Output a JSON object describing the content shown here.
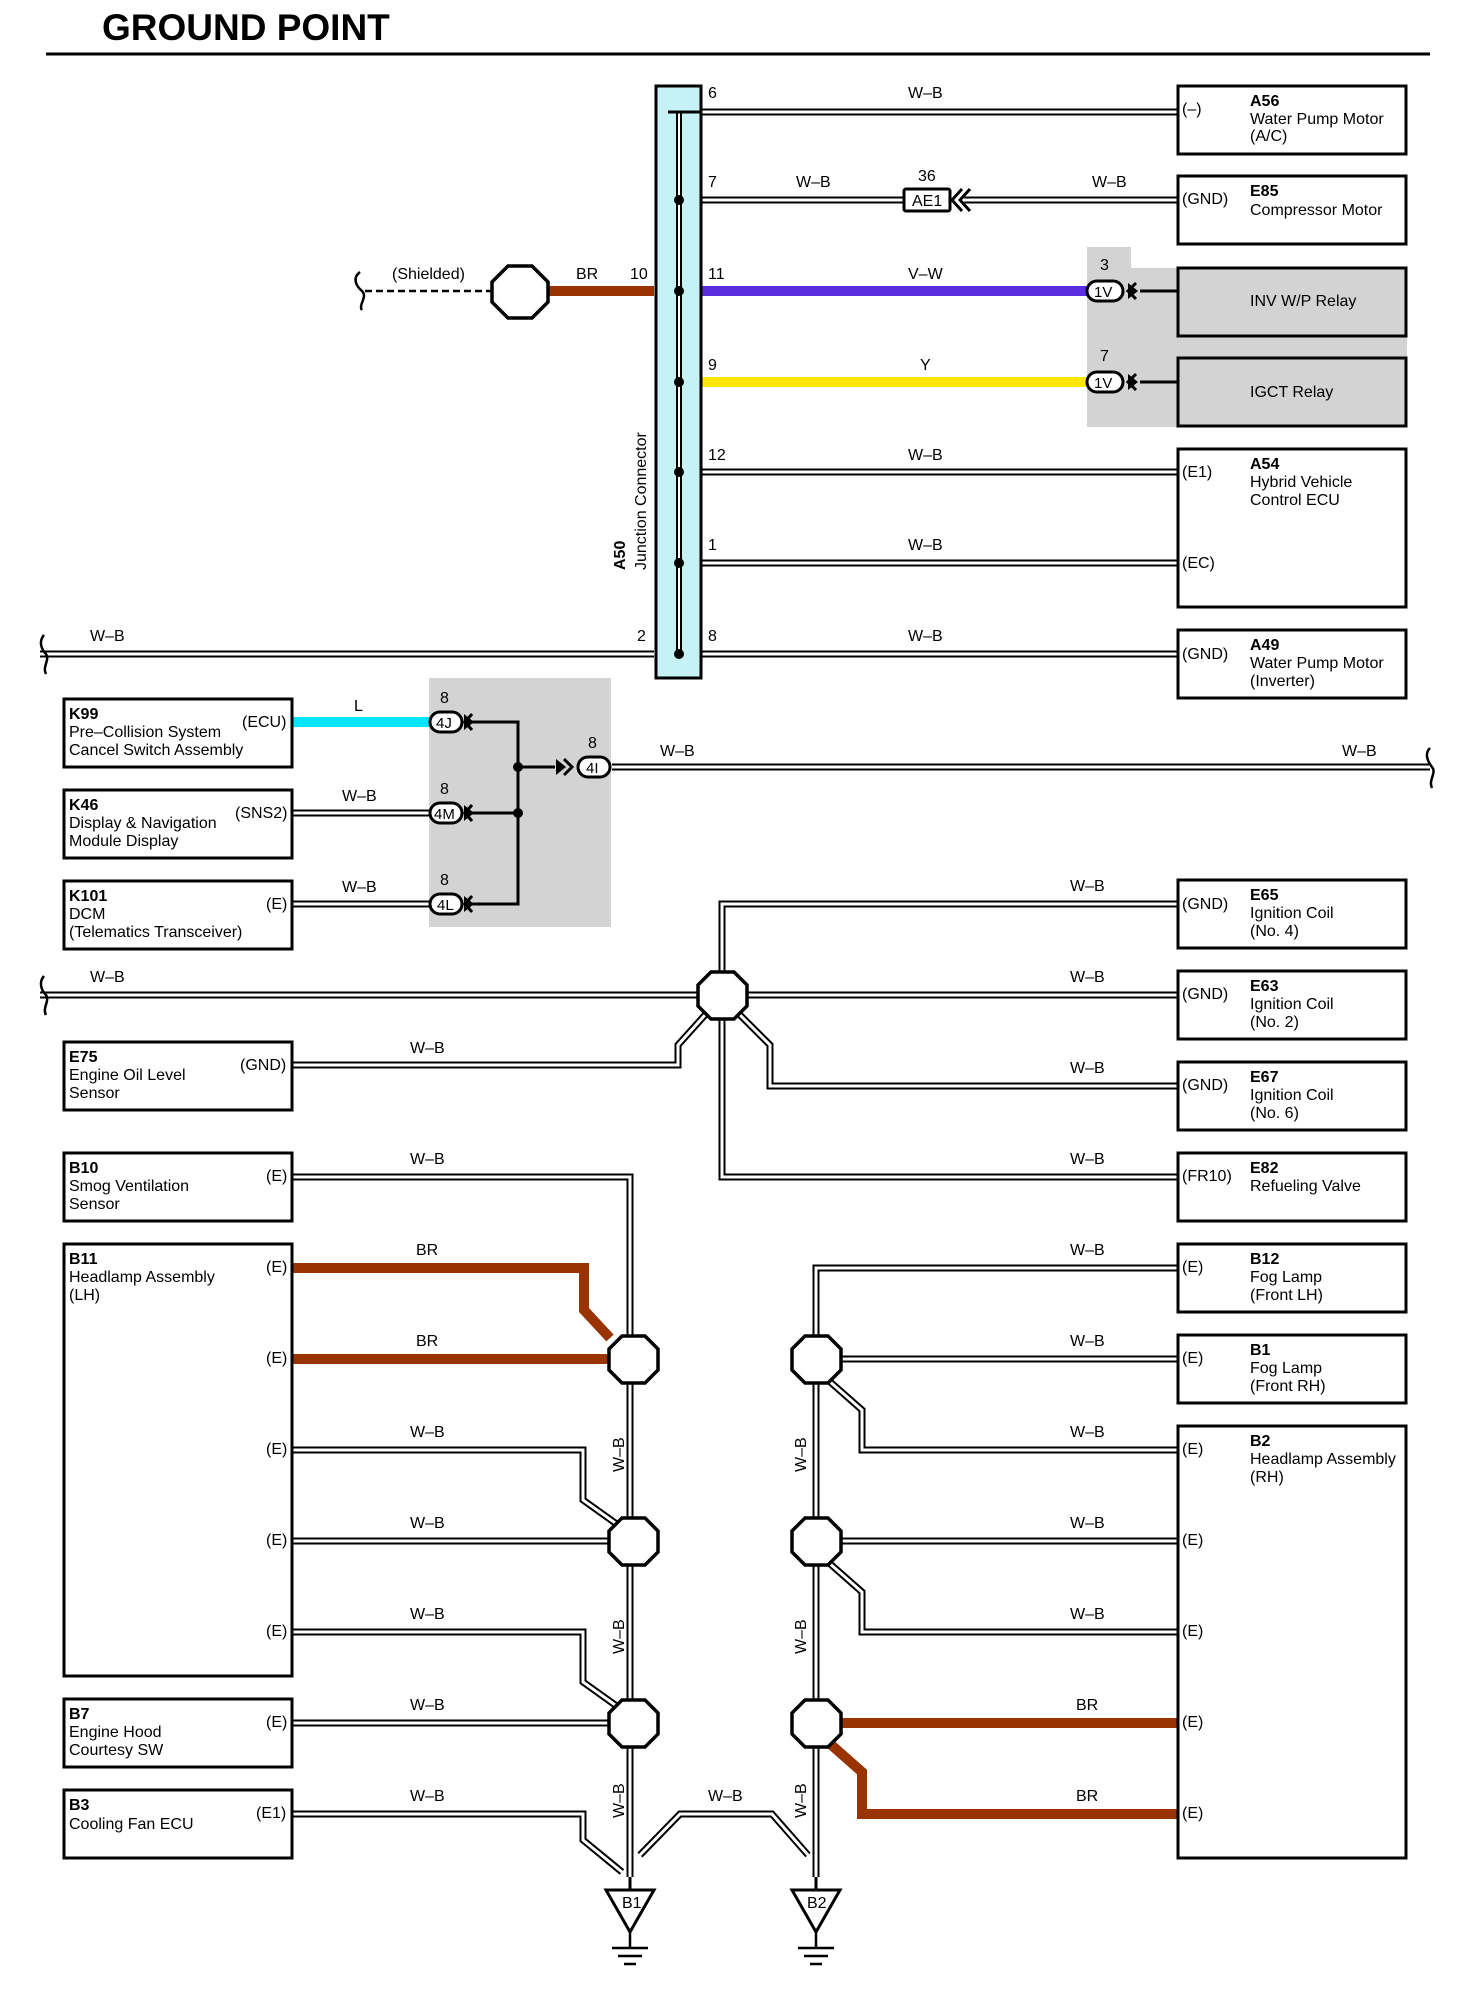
{
  "title": "GROUND POINT",
  "junction": {
    "id": "A50",
    "name": "Junction Connector"
  },
  "junction_pins": [
    {
      "pin": "6",
      "wire": "W–B",
      "color": "W-B"
    },
    {
      "pin": "7",
      "wire": "W–B",
      "color": "W-B"
    },
    {
      "pin": "11",
      "wire": "V–W",
      "color": "V-W"
    },
    {
      "pin": "9",
      "wire": "Y",
      "color": "Y"
    },
    {
      "pin": "12",
      "wire": "W–B",
      "color": "W-B"
    },
    {
      "pin": "1",
      "wire": "W–B",
      "color": "W-B"
    },
    {
      "pin": "8",
      "wire": "W–B",
      "color": "W-B"
    },
    {
      "pin": "10",
      "wire": "BR",
      "color": "BR"
    },
    {
      "pin": "2",
      "wire": "W–B",
      "color": "W-B"
    }
  ],
  "shielded_label": "(Shielded)",
  "inline_connector_ae1": {
    "label": "AE1",
    "pin": "36",
    "wire_left": "W–B",
    "wire_right": "W–B"
  },
  "relay_connectors": [
    {
      "label": "1V",
      "pin": "3"
    },
    {
      "label": "1V",
      "pin": "7"
    }
  ],
  "right_components": [
    {
      "id": "A56",
      "lines": [
        "Water Pump Motor",
        "(A/C)"
      ],
      "terminal": "(–)"
    },
    {
      "id": "E85",
      "lines": [
        "Compressor Motor"
      ],
      "terminal": "(GND)"
    },
    {
      "id": "",
      "lines": [
        "INV W/P Relay"
      ],
      "terminal": ""
    },
    {
      "id": "",
      "lines": [
        "IGCT Relay"
      ],
      "terminal": ""
    },
    {
      "id": "A54",
      "lines": [
        "Hybrid Vehicle",
        "Control ECU"
      ],
      "terminals": [
        "(E1)",
        "(EC)"
      ]
    },
    {
      "id": "A49",
      "lines": [
        "Water Pump Motor",
        "(Inverter)"
      ],
      "terminal": "(GND)"
    },
    {
      "id": "E65",
      "lines": [
        "Ignition Coil",
        "(No. 4)"
      ],
      "terminal": "(GND)",
      "wire": "W–B"
    },
    {
      "id": "E63",
      "lines": [
        "Ignition Coil",
        "(No. 2)"
      ],
      "terminal": "(GND)",
      "wire": "W–B"
    },
    {
      "id": "E67",
      "lines": [
        "Ignition Coil",
        "(No. 6)"
      ],
      "terminal": "(GND)",
      "wire": "W–B"
    },
    {
      "id": "E82",
      "lines": [
        "Refueling Valve"
      ],
      "terminal": "(FR10)",
      "wire": "W–B"
    },
    {
      "id": "B12",
      "lines": [
        "Fog Lamp",
        "(Front LH)"
      ],
      "terminal": "(E)",
      "wire": "W–B"
    },
    {
      "id": "B1",
      "lines": [
        "Fog Lamp",
        "(Front RH)"
      ],
      "terminal": "(E)",
      "wire": "W–B"
    },
    {
      "id": "B2",
      "lines": [
        "Headlamp Assembly",
        "(RH)"
      ],
      "terminals": [
        "(E)",
        "(E)",
        "(E)",
        "(E)",
        "(E)"
      ],
      "wires": [
        "W–B",
        "W–B",
        "W–B",
        "BR",
        "BR"
      ]
    }
  ],
  "left_components": [
    {
      "id": "K99",
      "lines": [
        "Pre–Collision System",
        "Cancel Switch Assembly"
      ],
      "terminal": "(ECU)",
      "wire": "L",
      "connector": "4J",
      "pin": "8"
    },
    {
      "id": "K46",
      "lines": [
        "Display & Navigation",
        "Module Display"
      ],
      "terminal": "(SNS2)",
      "wire": "W–B",
      "connector": "4M",
      "pin": "8"
    },
    {
      "id": "K101",
      "lines": [
        "DCM",
        "(Telematics Transceiver)"
      ],
      "terminal": "(E)",
      "wire": "W–B",
      "connector": "4L",
      "pin": "8"
    },
    {
      "id": "E75",
      "lines": [
        "Engine Oil Level",
        "Sensor"
      ],
      "terminal": "(GND)",
      "wire": "W–B"
    },
    {
      "id": "B10",
      "lines": [
        "Smog Ventilation",
        "Sensor"
      ],
      "terminal": "(E)",
      "wire": "W–B"
    },
    {
      "id": "B11",
      "lines": [
        "Headlamp Assembly",
        "(LH)"
      ],
      "terminals": [
        "(E)",
        "(E)",
        "(E)",
        "(E)",
        "(E)"
      ],
      "wires": [
        "BR",
        "BR",
        "W–B",
        "W–B",
        "W–B"
      ]
    },
    {
      "id": "B7",
      "lines": [
        "Engine Hood",
        "Courtesy SW"
      ],
      "terminal": "(E)",
      "wire": "W–B"
    },
    {
      "id": "B3",
      "lines": [
        "Cooling Fan ECU"
      ],
      "terminal": "(E1)",
      "wire": "W–B"
    }
  ],
  "splice_4i": {
    "label": "4I",
    "pin": "8",
    "wire": "W–B",
    "wire_end": "W–B"
  },
  "left_bus_wires": [
    "W–B",
    "W–B"
  ],
  "vertical_wire_label": "W–B",
  "ground_link_wire": "W–B",
  "grounds": [
    "B1",
    "B2"
  ],
  "colors": {
    "BR": "#993300",
    "V-W": "#5a2ee0",
    "Y": "#ffe600",
    "L": "#00e5ff",
    "W-B": "#000000",
    "junction_fill": "#c6f2f6",
    "shade": "#d3d3d3"
  }
}
